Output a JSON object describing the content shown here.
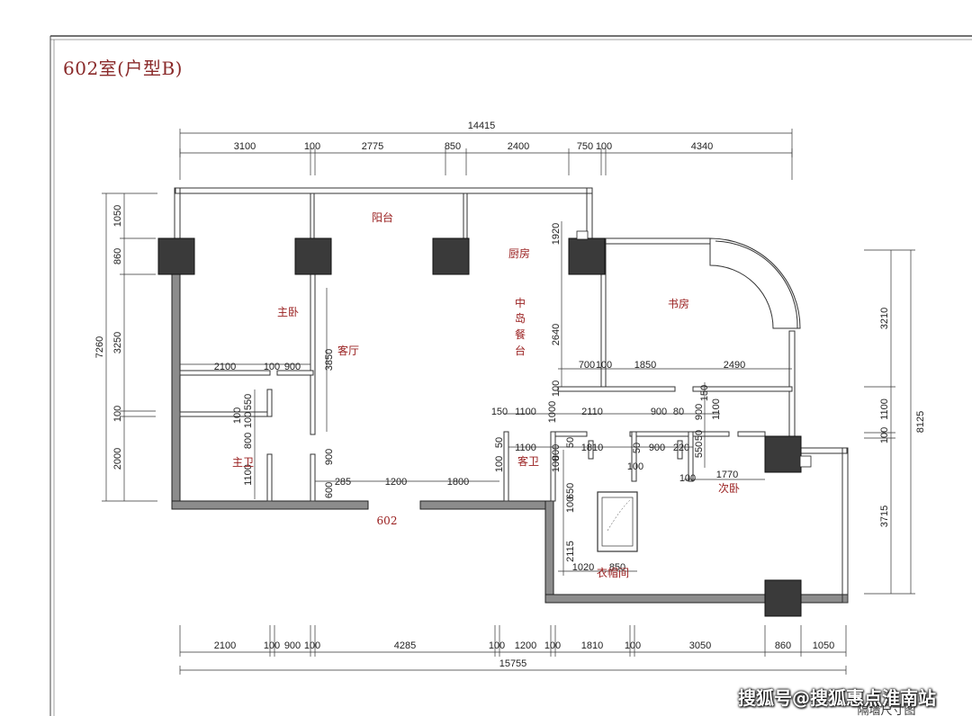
{
  "title": "602室(户型B)",
  "watermark": "搜狐号@搜狐惠点淮南站",
  "rooms": {
    "balcony": "阳台",
    "kitchen": "厨房",
    "master_bedroom": "主卧",
    "living_room": "客厅",
    "island_dining": [
      "中",
      "岛",
      "餐",
      "台"
    ],
    "study": "书房",
    "master_bath": "主卫",
    "guest_bath": "客卫",
    "second_bedroom": "次卧",
    "wardrobe": "衣帽间",
    "unit_no": "602"
  },
  "corner_label": "隔墙尺寸图",
  "dims": {
    "top_total": "14415",
    "top": [
      "3100",
      "100",
      "2775",
      "850",
      "2400",
      "750",
      "100",
      "4340"
    ],
    "bottom": [
      "2100",
      "100",
      "900",
      "100",
      "4285",
      "100",
      "1200",
      "100",
      "1810",
      "100",
      "3050",
      "860",
      "1050"
    ],
    "bottom_total": "15755",
    "left_outer": "7260",
    "left": [
      "1050",
      "860",
      "3250",
      "100",
      "2000"
    ],
    "right_outer": "8125",
    "right": [
      "3210",
      "1100",
      "100",
      "3715"
    ],
    "interior": {
      "kitchen_v": "1920",
      "island_v": "2640",
      "living_v": "3850",
      "mb_row": [
        "2100",
        "100",
        "900"
      ],
      "mbath_v": [
        "550",
        "100",
        "100",
        "800",
        "1100"
      ],
      "door_900": "900",
      "v_600": "600",
      "b285": "285",
      "b1200": "1200",
      "b1800": "1800",
      "study_row": [
        "700",
        "100",
        "1850",
        "2490"
      ],
      "v100_a": "100",
      "v150": "150",
      "v900": "900",
      "v1100": "1100",
      "row_mid": [
        "150",
        "1100",
        "1000",
        "2110",
        "900",
        "80"
      ],
      "v50s": [
        "50",
        "50",
        "50",
        "50"
      ],
      "row_low": [
        "1100",
        "1810",
        "900",
        "220"
      ],
      "v800": "800",
      "v100s": [
        "100",
        "100",
        "100"
      ],
      "v550": "550",
      "v1770": "1770",
      "v100_b": "100",
      "w_650": "650",
      "w_2115": "2115",
      "w_1020": "1020",
      "w_850": "850",
      "v100_c": "100"
    }
  }
}
